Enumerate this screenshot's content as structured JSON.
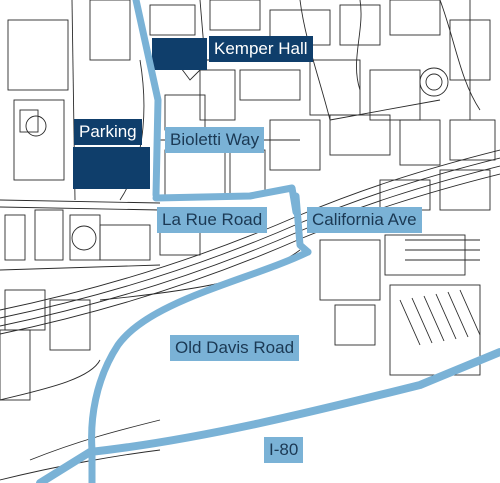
{
  "colors": {
    "road": "#7ab2d6",
    "place": "#0f3e6b",
    "linework": "#2b2b2b",
    "background": "#ffffff"
  },
  "labels": {
    "kemper_hall": "Kemper Hall",
    "parking": "Parking",
    "bioletti_way": "Bioletti Way",
    "la_rue_road": "La Rue Road",
    "california_ave": "California Ave",
    "old_davis_road": "Old Davis Road",
    "i80": "I-80"
  }
}
